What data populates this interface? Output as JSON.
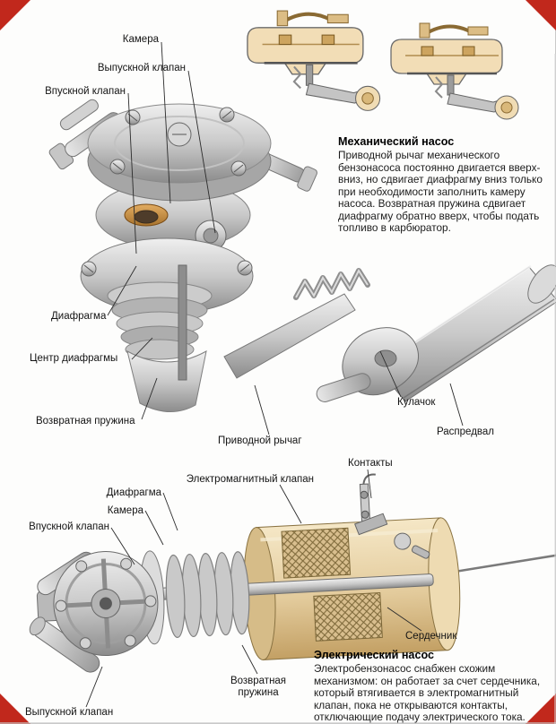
{
  "page": {
    "background": "#fdfdfc",
    "corner_accent": "#c1281c"
  },
  "mechanical_section": {
    "heading": "Механический насос",
    "description": "Приводной рычаг механического бензонасоса постоянно двигается вверх-вниз, но сдвигает диафрагму вниз только при необходимости заполнить камеру насоса. Возвратная пружина сдвигает диафрагму обратно вверх, чтобы подать топливо в карбюратор.",
    "labels": {
      "chamber": "Камера",
      "outlet_valve": "Выпускной клапан",
      "inlet_valve": "Впускной клапан",
      "diaphragm": "Диафрагма",
      "diaphragm_center": "Центр диафрагмы",
      "return_spring": "Возвратная пружина",
      "drive_lever": "Приводной рычаг",
      "cam": "Кулачок",
      "camshaft": "Распредвал"
    }
  },
  "electric_section": {
    "heading": "Электрический насос",
    "description": "Электробензонасос снабжен схожим механизмом: он работает за счет сердечника, который втягивается в электромагнитный клапан, пока не открываются контакты, отключающие подачу электрического тока.",
    "labels": {
      "solenoid_valve": "Электромагнитный клапан",
      "contacts": "Контакты",
      "diaphragm": "Диафрагма",
      "chamber": "Камера",
      "inlet_valve": "Впускной клапан",
      "core": "Сердечник",
      "return_spring": "Возвратная пружина",
      "outlet_valve": "Выпускной клапан"
    }
  }
}
